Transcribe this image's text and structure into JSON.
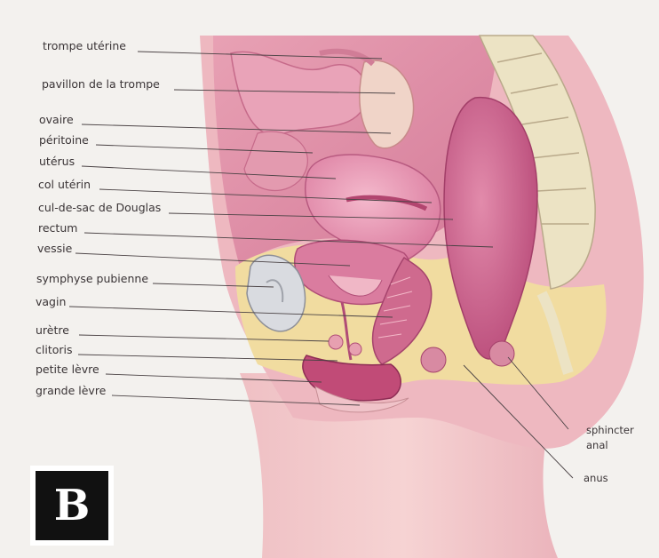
{
  "figure": {
    "labels_left": [
      "trompe utérine",
      "pavillon de la trompe",
      "ovaire",
      "péritoine",
      "utérus",
      "col utérin",
      "cul-de-sac de Douglas",
      "rectum",
      "vessie",
      "symphyse pubienne",
      "vagin",
      "urètre",
      "clitoris",
      "petite lèvre",
      "grande lèvre"
    ],
    "labels_right": {
      "sphincter_line1": "sphincter",
      "sphincter_line2": "anal",
      "anus": "anus"
    },
    "panel_letter": "B"
  },
  "colors": {
    "tissue_pink": "#e9a6b4",
    "organ_deep": "#c85a82",
    "fat_yellow": "#f1dca0",
    "skin": "#f2c7c7",
    "bone": "#ece3c4"
  }
}
